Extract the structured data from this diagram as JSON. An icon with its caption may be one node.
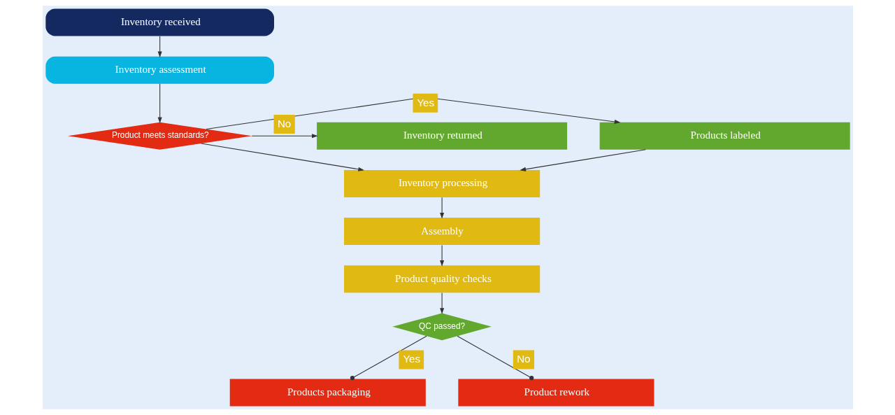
{
  "diagram": {
    "nodes": [
      {
        "text": [
          "Inventory received"
        ]
      },
      {
        "text": [
          "Inventory assessment"
        ]
      },
      {
        "text": [
          "Product meets standards?"
        ]
      },
      {
        "text": [
          "Products labeled"
        ]
      },
      {
        "text": [
          "Inventory returned"
        ]
      },
      {
        "text": [
          "Inventory processing"
        ]
      },
      {
        "text": [
          "Assembly"
        ]
      },
      {
        "text": [
          "Product quality checks"
        ]
      },
      {
        "text": [
          "QC passed?"
        ]
      },
      {
        "text": [
          "Products packaging"
        ]
      },
      {
        "text": [
          "Product rework"
        ]
      }
    ],
    "edges": [
      {
        "from": 0,
        "to": 1,
        "arrow": "to"
      },
      {
        "from": 1,
        "to": 2,
        "arrow": "to"
      },
      {
        "from": 2,
        "to": 3,
        "arrow": "to",
        "label": "Yes"
      },
      {
        "from": 2,
        "to": 4,
        "arrow": "to",
        "label": "No"
      },
      {
        "from": 2,
        "to": 5,
        "arrow": "to"
      },
      {
        "from": 3,
        "to": 5,
        "arrow": "to"
      },
      {
        "from": 5,
        "to": 6,
        "arrow": "to"
      },
      {
        "from": 6,
        "to": 7,
        "arrow": "to"
      },
      {
        "from": 7,
        "to": 8,
        "arrow": "to"
      },
      {
        "from": 8,
        "to": 9,
        "arrow": "other",
        "label": "Yes"
      },
      {
        "from": 8,
        "to": 10,
        "arrow": "other",
        "label": "No"
      }
    ]
  }
}
